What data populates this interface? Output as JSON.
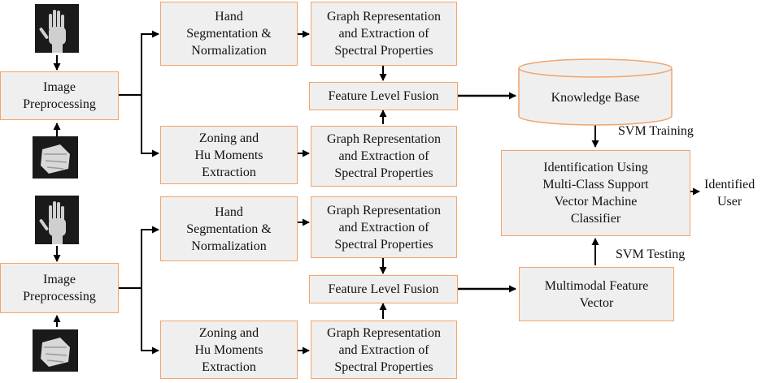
{
  "colors": {
    "box_fill": "#efefef",
    "box_border": "#f2a46b",
    "arrow": "#000000",
    "thumb_bg": "#1a1a1a",
    "hand": "#cfcfcf"
  },
  "thumbnails": {
    "palm_image_icon": "hand-palm-image",
    "glove_image_icon": "hand-back-image"
  },
  "nodes": {
    "preproc_top": "Image\nPreprocessing",
    "preproc_bottom": "Image\nPreprocessing",
    "seg_top": "Hand\nSegmentation &\nNormalization",
    "zoning_top": "Zoning and\nHu Moments\nExtraction",
    "seg_bottom": "Hand\nSegmentation &\nNormalization",
    "zoning_bottom": "Zoning and\nHu Moments\nExtraction",
    "graph_1": "Graph Representation\nand Extraction of\nSpectral Properties",
    "graph_2": "Graph Representation\nand Extraction of\nSpectral Properties",
    "graph_3": "Graph Representation\nand Extraction of\nSpectral Properties",
    "graph_4": "Graph Representation\nand Extraction of\nSpectral Properties",
    "fusion_top": "Feature Level Fusion",
    "fusion_bottom": "Feature Level Fusion",
    "knowledge_base": "Knowledge Base",
    "identification": "Identification Using\nMulti-Class Support\nVector Machine\nClassifier",
    "multimodal": "Multimodal Feature\nVector"
  },
  "edge_labels": {
    "svm_training": "SVM Training",
    "svm_testing": "SVM Testing",
    "identified_user": "Identified\nUser"
  }
}
